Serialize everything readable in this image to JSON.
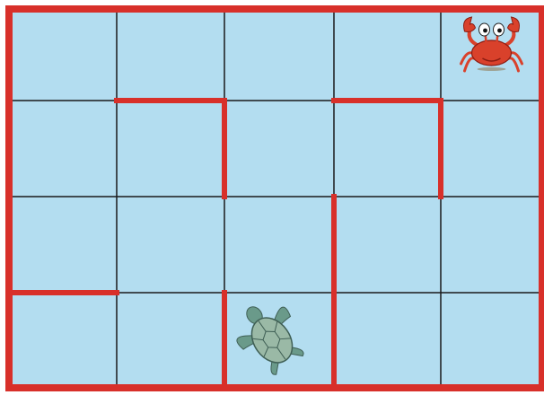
{
  "board": {
    "columns": 5,
    "rows": 4,
    "cell_color": "#b3ddf0",
    "grid_line_color": "#1a1a1a",
    "wall_color": "#d8302a",
    "background_color": "#ffffff"
  },
  "walls": [
    {
      "from": [
        1,
        1
      ],
      "to": [
        2,
        1
      ]
    },
    {
      "from": [
        2,
        1
      ],
      "to": [
        2,
        2
      ]
    },
    {
      "from": [
        3,
        1
      ],
      "to": [
        4,
        1
      ]
    },
    {
      "from": [
        4,
        1
      ],
      "to": [
        4,
        2
      ]
    },
    {
      "from": [
        3,
        2
      ],
      "to": [
        3,
        4
      ]
    },
    {
      "from": [
        0,
        3
      ],
      "to": [
        1,
        3
      ]
    },
    {
      "from": [
        2,
        3
      ],
      "to": [
        2,
        4
      ]
    }
  ],
  "pieces": [
    {
      "name": "crab-icon",
      "type": "crab",
      "col": 4,
      "row": 0
    },
    {
      "name": "turtle-icon",
      "type": "turtle",
      "col": 2,
      "row": 3
    }
  ]
}
